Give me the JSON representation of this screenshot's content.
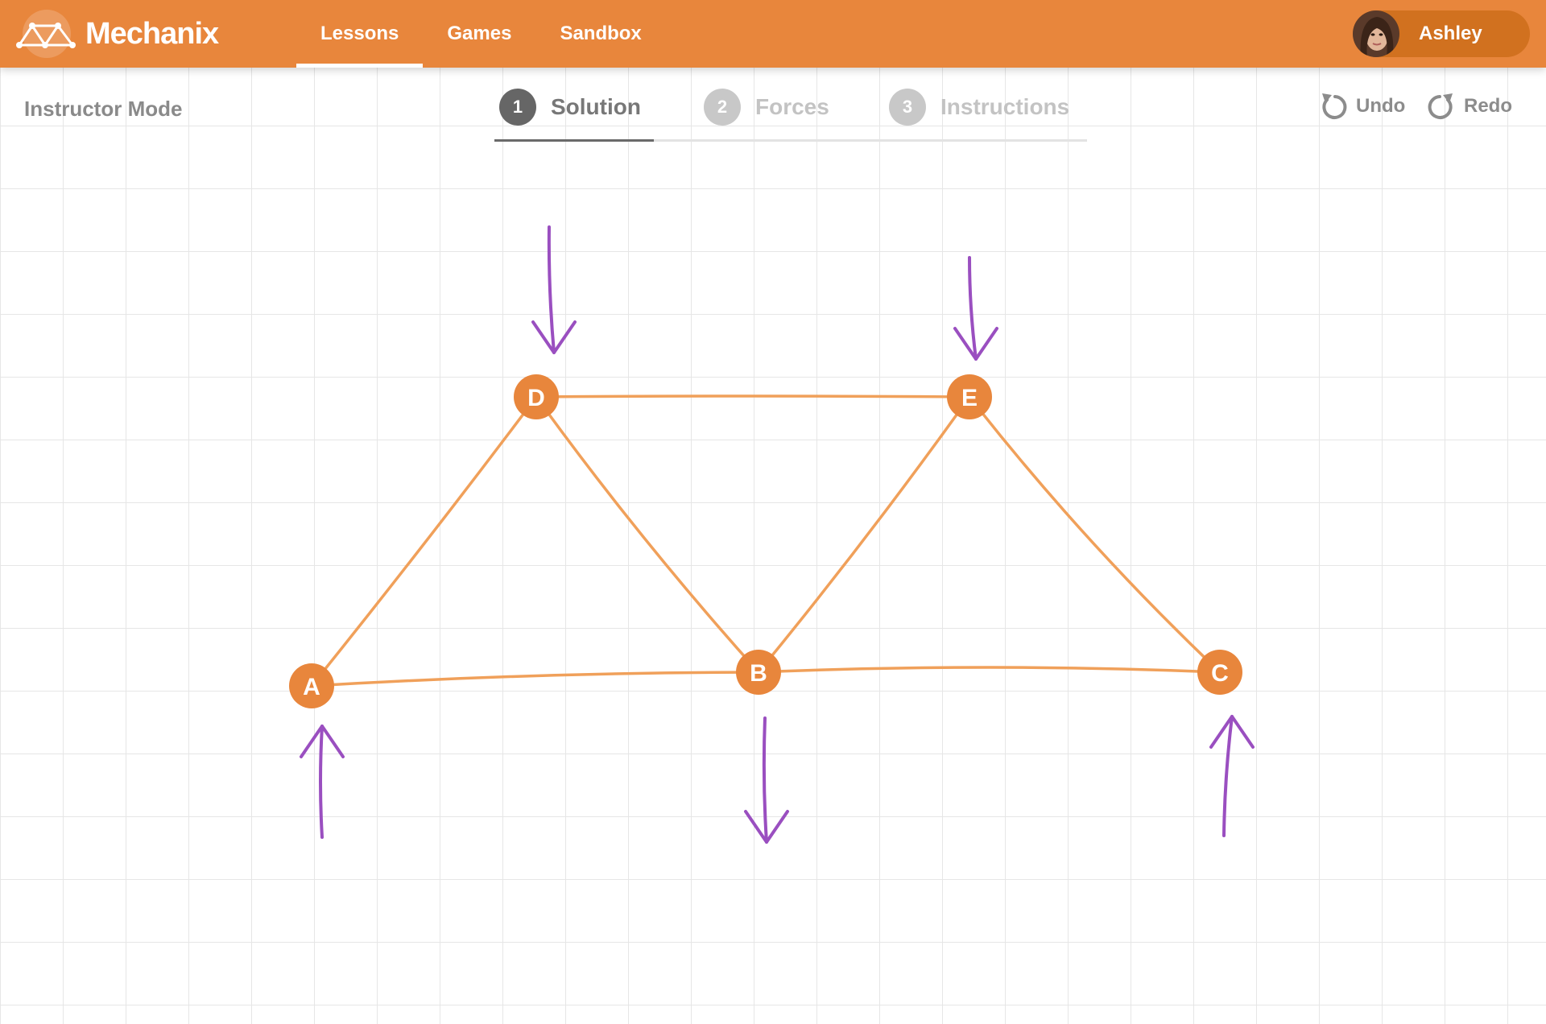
{
  "app": {
    "name": "Mechanix",
    "brand_color": "#e8863c"
  },
  "nav": {
    "items": [
      {
        "label": "Lessons",
        "active": true
      },
      {
        "label": "Games",
        "active": false
      },
      {
        "label": "Sandbox",
        "active": false
      }
    ]
  },
  "user": {
    "name": "Ashley",
    "avatar_icon": "user-avatar-photo"
  },
  "toolbar": {
    "mode_label": "Instructor Mode",
    "undo_label": "Undo",
    "redo_label": "Redo"
  },
  "steps": [
    {
      "number": "1",
      "label": "Solution",
      "active": true
    },
    {
      "number": "2",
      "label": "Forces",
      "active": false
    },
    {
      "number": "3",
      "label": "Instructions",
      "active": false
    }
  ],
  "truss": {
    "member_color": "#f0a05a",
    "node_color": "#e8863c",
    "force_color": "#9a4fc0",
    "nodes": [
      {
        "id": "A",
        "label": "A"
      },
      {
        "id": "B",
        "label": "B"
      },
      {
        "id": "C",
        "label": "C"
      },
      {
        "id": "D",
        "label": "D"
      },
      {
        "id": "E",
        "label": "E"
      }
    ],
    "members": [
      [
        "A",
        "D"
      ],
      [
        "D",
        "E"
      ],
      [
        "D",
        "B"
      ],
      [
        "E",
        "B"
      ],
      [
        "E",
        "C"
      ],
      [
        "A",
        "B"
      ],
      [
        "B",
        "C"
      ]
    ],
    "forces": [
      {
        "node": "D",
        "direction": "down"
      },
      {
        "node": "E",
        "direction": "down"
      },
      {
        "node": "A",
        "direction": "up"
      },
      {
        "node": "B",
        "direction": "down"
      },
      {
        "node": "C",
        "direction": "up"
      }
    ]
  }
}
